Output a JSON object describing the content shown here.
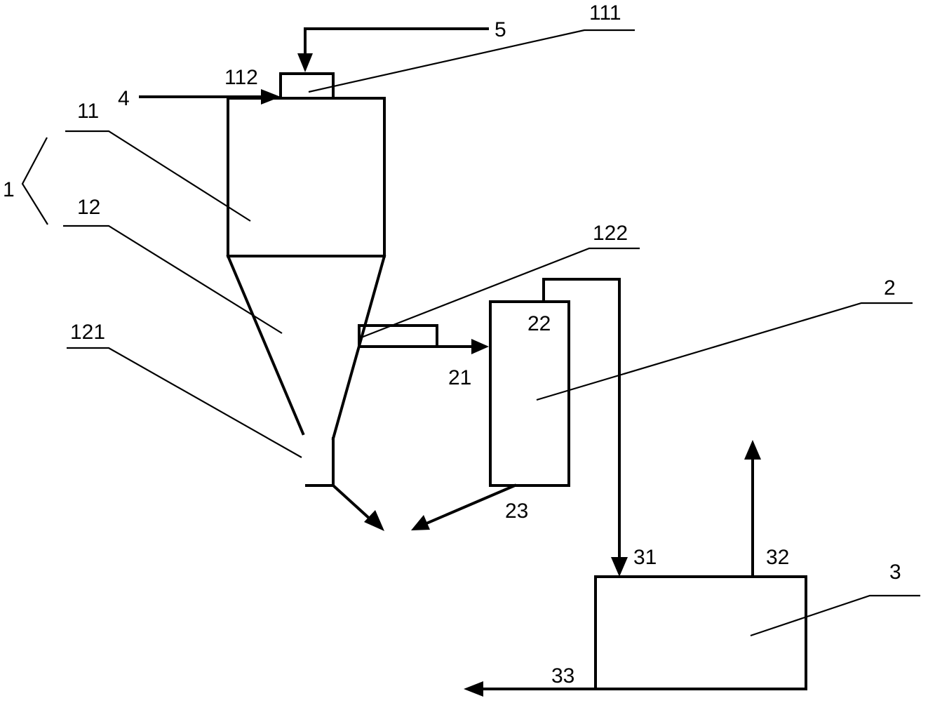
{
  "labels": {
    "n1": "1",
    "n11": "11",
    "n12": "12",
    "n111": "111",
    "n112": "112",
    "n121": "121",
    "n122": "122",
    "n2": "2",
    "n21": "21",
    "n22": "22",
    "n23": "23",
    "n3": "3",
    "n31": "31",
    "n32": "32",
    "n33": "33",
    "n4": "4",
    "n5": "5"
  }
}
